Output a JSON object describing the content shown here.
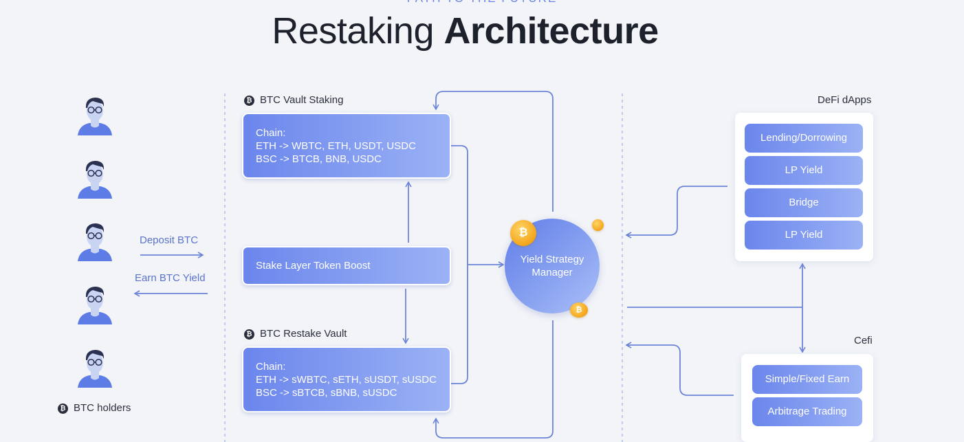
{
  "header": {
    "eyebrow": "PATH TO THE FUTURE",
    "title_regular": "Restaking",
    "title_bold": "Architecture"
  },
  "holders": {
    "label": "BTC holders",
    "deposit_label": "Deposit BTC",
    "earn_label": "Earn BTC Yield"
  },
  "vault_staking": {
    "heading": "BTC Vault Staking",
    "lines": [
      "Chain:",
      "ETH -> WBTC, ETH, USDT, USDC",
      "BSC -> BTCB, BNB, USDC"
    ]
  },
  "boost": {
    "label": "Stake Layer Token Boost"
  },
  "restake_vault": {
    "heading": "BTC Restake Vault",
    "lines": [
      "Chain:",
      "ETH -> sWBTC, sETH, sUSDT, sUSDC",
      "BSC -> sBTCB, sBNB, sUSDC"
    ]
  },
  "manager": {
    "line1": "Yield Strategy",
    "line2": "Manager"
  },
  "defi": {
    "heading": "DeFi dApps",
    "items": [
      "Lending/Dorrowing",
      "LP Yield",
      "Bridge",
      "LP Yield"
    ]
  },
  "cefi": {
    "heading": "Cefi",
    "items": [
      "Simple/Fixed Earn",
      "Arbitrage Trading"
    ]
  },
  "colors": {
    "accent": "#6b86ec",
    "line": "#6c84d8",
    "background": "#f2f4f8",
    "coin": "#f4a51c"
  }
}
